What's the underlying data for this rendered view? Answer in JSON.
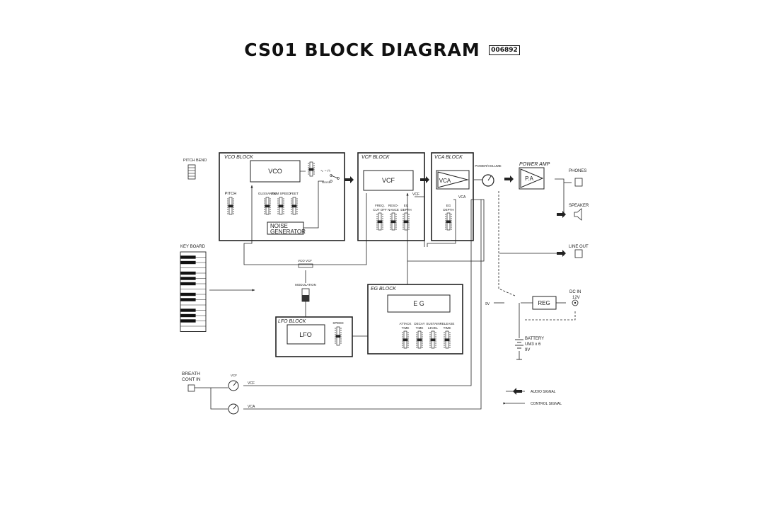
{
  "header": {
    "title": "CS01 BLOCK DIAGRAM",
    "part_no": "006892"
  },
  "blocks": {
    "vco": {
      "title": "VCO BLOCK",
      "box": "VCO",
      "noise": [
        "NOISE",
        "GENERATOR"
      ],
      "sliders": [
        "PITCH",
        "GLISSANDO",
        "PWM SPEED",
        "FEET"
      ],
      "switch_labels": [
        "∿ ~ ⊓",
        "NOISE"
      ]
    },
    "vcf": {
      "title": "VCF BLOCK",
      "box": "VCF",
      "sliders": [
        [
          "FREQ.",
          "CUT OFF"
        ],
        [
          "RESO-",
          "NANCE"
        ],
        [
          "EG",
          "DEPTH"
        ]
      ],
      "signal": "VCF"
    },
    "vca": {
      "title": "VCA BLOCK",
      "box": "VCA",
      "sliders": [
        [
          "EG",
          "DEPTH"
        ]
      ],
      "signal": "VCA"
    },
    "power_amp": {
      "title": "POWER AMP",
      "box": "P.A",
      "knob": "POWER/VOLUME"
    },
    "eg": {
      "title": "EG BLOCK",
      "box": "E G",
      "sliders": [
        [
          "ATTACK",
          "TIME"
        ],
        [
          "DECAY",
          "TIME"
        ],
        [
          "SUSTAIN",
          "LEVEL"
        ],
        [
          "RELEASE",
          "TIME"
        ]
      ]
    },
    "lfo": {
      "title": "LFO BLOCK",
      "box": "LFO",
      "slider": "SPEED"
    }
  },
  "left": {
    "pitch_bend": "PITCH BEND",
    "keyboard": "KEY BOARD",
    "breath": [
      "BREATH",
      "CONT IN"
    ],
    "vcf_knob": "VCF",
    "vcf_line": "VCF",
    "vca_line": "VCA"
  },
  "mod": {
    "switch": "VCO  VCF",
    "label": "MODULATION"
  },
  "outputs": {
    "phones": "PHONES",
    "speaker": "SPEAKER",
    "line_out": "LINE OUT"
  },
  "power": {
    "reg": "REG",
    "dc_in": [
      "DC IN",
      "12V"
    ],
    "nine_v": "9V",
    "battery": [
      "BATTERY",
      "UM3 x 6",
      "9V"
    ]
  },
  "legend": {
    "audio": "AUDIO SIGNAL",
    "control": "CONTROL SIGNAL"
  },
  "colors": {
    "ink": "#222222"
  }
}
